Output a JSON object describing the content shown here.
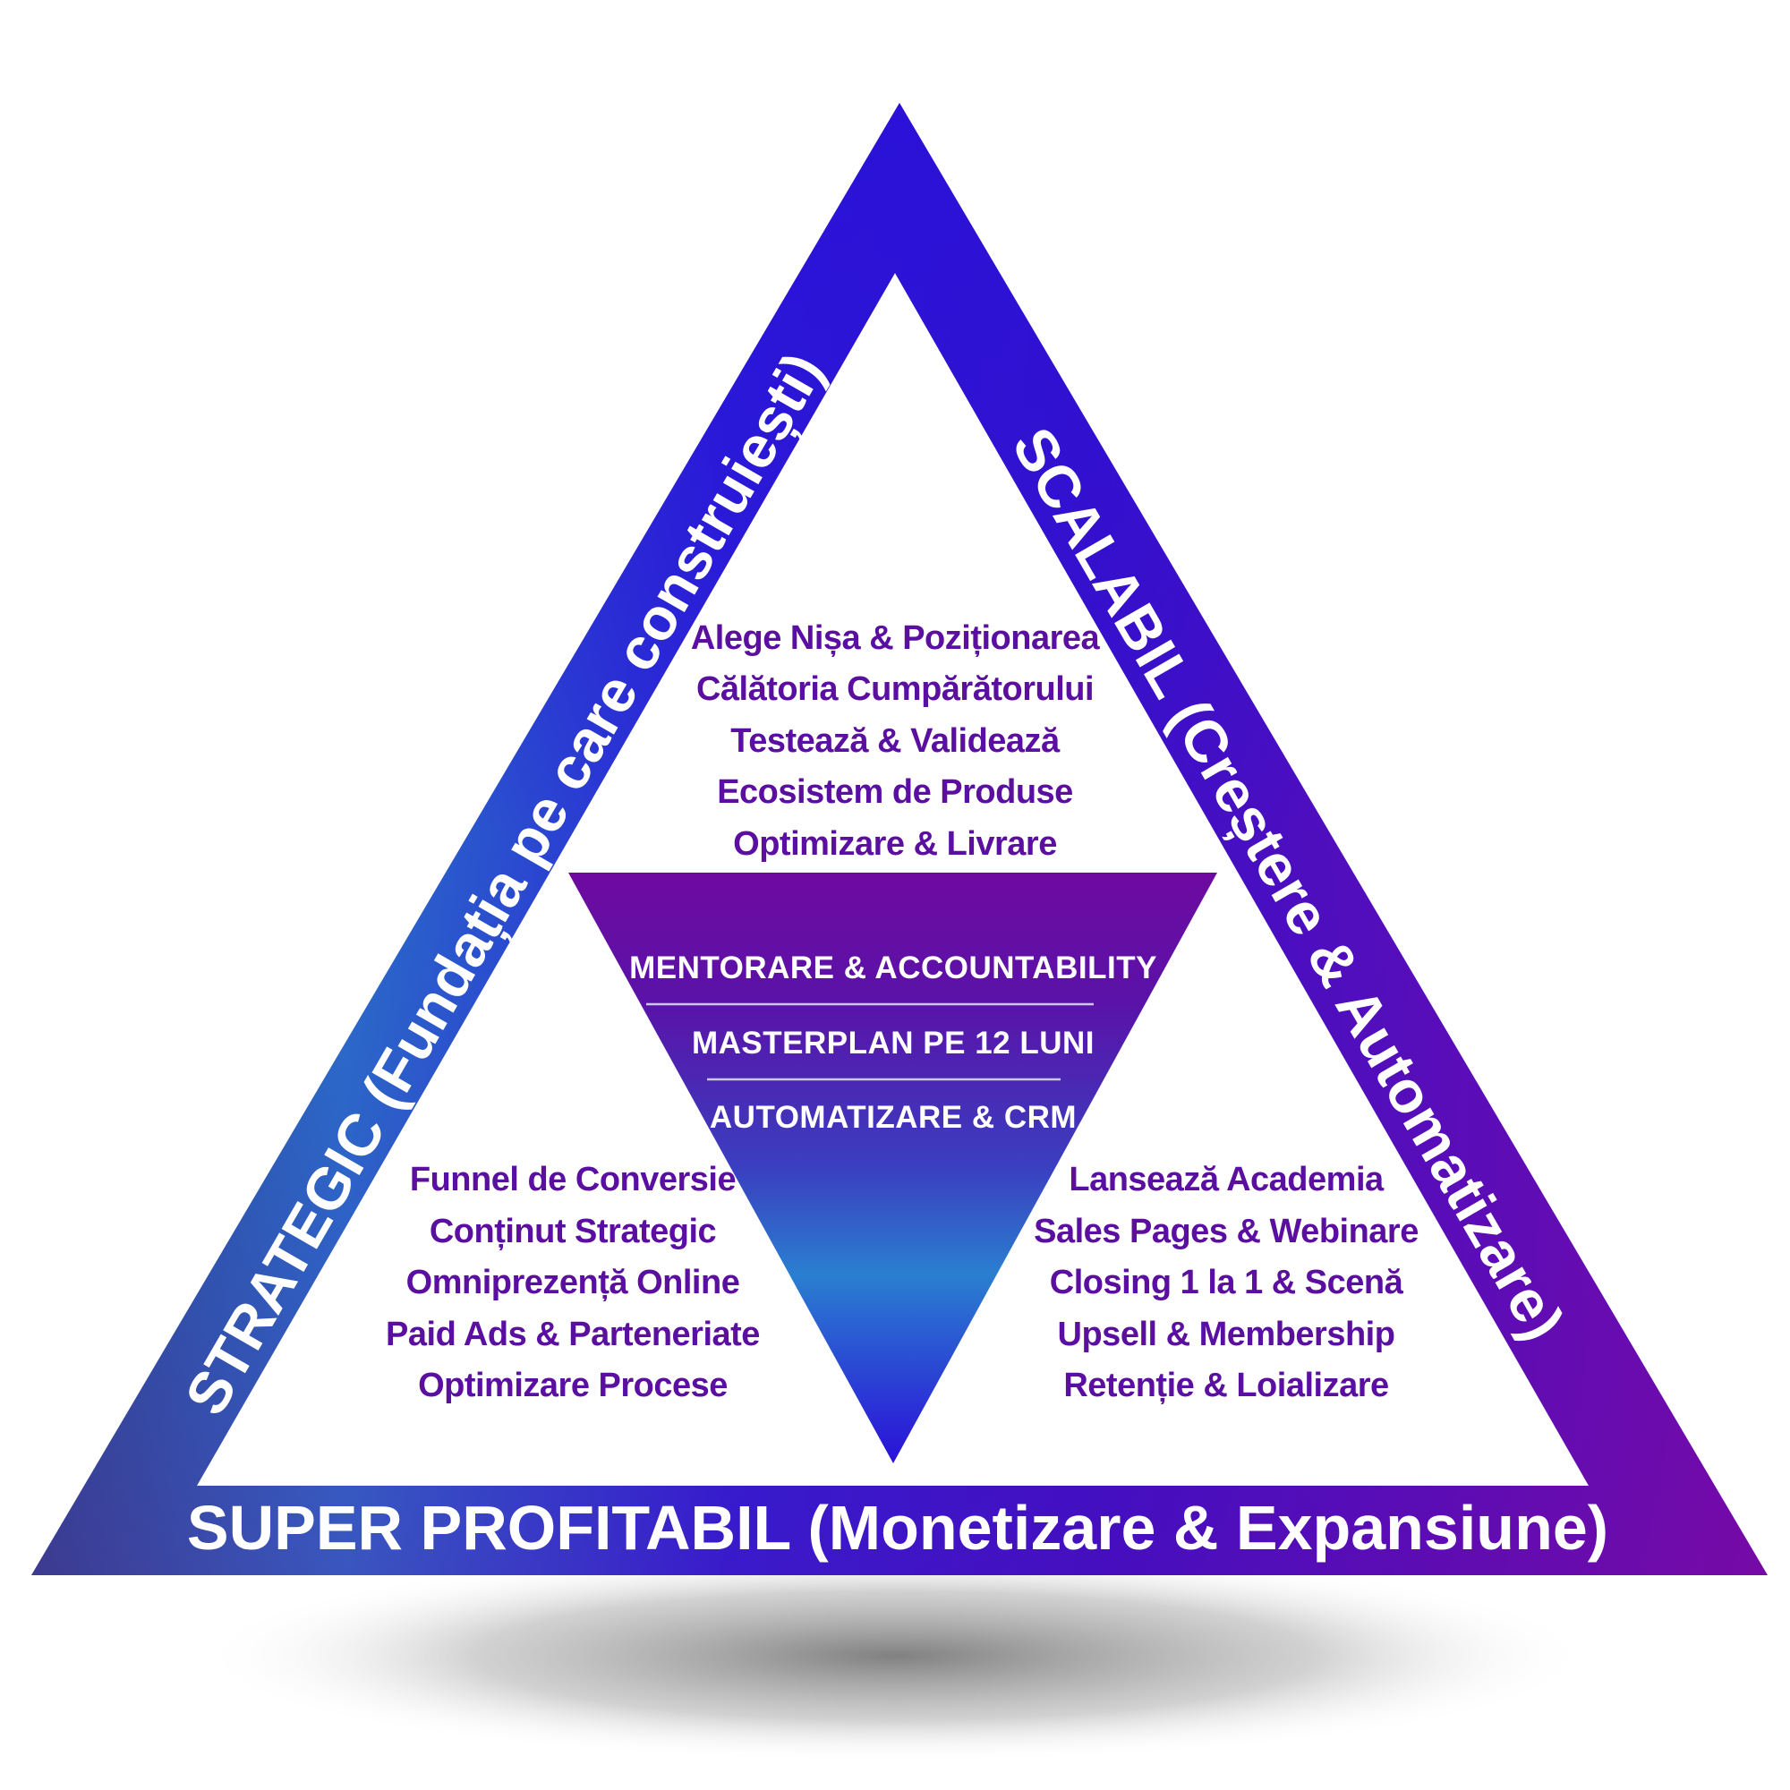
{
  "colors": {
    "band_blue_dark": "#2e4a8a",
    "band_blue_mid": "#2a7fd0",
    "band_indigo": "#2a0fd8",
    "band_purple": "#7a0aa8",
    "list_text": "#5a0fa0",
    "center_top": "#6a0aa0",
    "center_mid": "#2a7fd0",
    "center_bottom": "#2a10d8"
  },
  "sides": {
    "left": "STRATEGIC (Fundația pe care construiești)",
    "right": "SCALABIL (Creștere & Automatizare)",
    "bottom": "SUPER PROFITABIL (Monetizare & Expansiune)"
  },
  "top_list": [
    "Alege Nișa & Poziționarea",
    "Călătoria Cumpărătorului",
    "Testează & Validează",
    "Ecosistem de Produse",
    "Optimizare & Livrare"
  ],
  "left_list": [
    "Funnel de Conversie",
    "Conținut Strategic",
    "Omniprezență Online",
    "Paid Ads & Parteneriate",
    "Optimizare Procese"
  ],
  "right_list": [
    "Lansează Academia",
    "Sales Pages & Webinare",
    "Closing 1 la 1 & Scenă",
    "Upsell & Membership",
    "Retenție & Loializare"
  ],
  "center": [
    "MENTORARE & ACCOUNTABILITY",
    "MASTERPLAN PE 12 LUNI",
    "AUTOMATIZARE & CRM"
  ]
}
